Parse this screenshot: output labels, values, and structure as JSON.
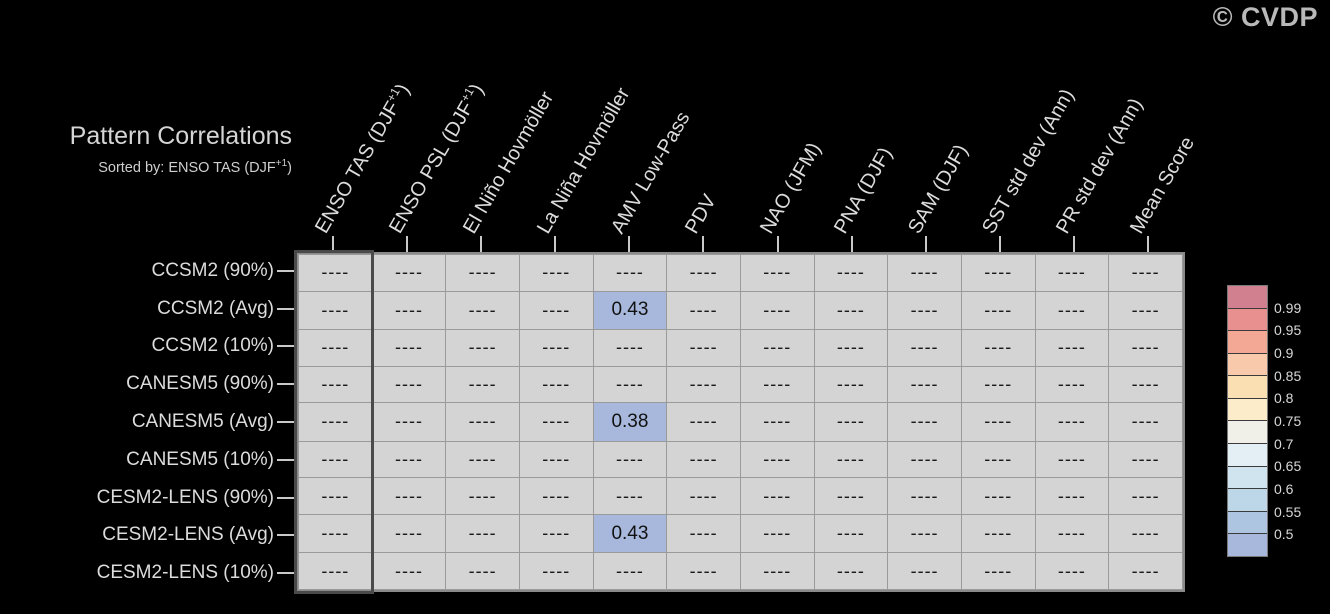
{
  "watermark": "© CVDP",
  "title": {
    "main": "Pattern Correlations",
    "sorted_by_prefix": "Sorted by: ENSO TAS (DJF",
    "sorted_by_sup": "+1",
    "sorted_by_suffix": ")"
  },
  "chart_data": {
    "type": "table",
    "title": "Pattern Correlations",
    "subtitle": "Sorted by: ENSO TAS (DJF+1)",
    "sorted_by_column": "ENSO TAS (DJF+1)",
    "empty_marker": "----",
    "columns": [
      "ENSO TAS (DJF+1)",
      "ENSO PSL (DJF+1)",
      "El Niño Hovmöller",
      "La Niña Hovmöller",
      "AMV Low-Pass",
      "PDV",
      "NAO (JFM)",
      "PNA (DJF)",
      "SAM (DJF)",
      "SST std dev (Ann)",
      "PR std dev (Ann)",
      "Mean Score"
    ],
    "columns_display": [
      {
        "text": "ENSO TAS (DJF",
        "sup": "+1",
        "tail": ")"
      },
      {
        "text": "ENSO PSL (DJF",
        "sup": "+1",
        "tail": ")"
      },
      {
        "text": "El Niño Hovmöller",
        "sup": "",
        "tail": ""
      },
      {
        "text": "La Niña Hovmöller",
        "sup": "",
        "tail": ""
      },
      {
        "text": "AMV Low-Pass",
        "sup": "",
        "tail": ""
      },
      {
        "text": "PDV",
        "sup": "",
        "tail": ""
      },
      {
        "text": "NAO (JFM)",
        "sup": "",
        "tail": ""
      },
      {
        "text": "PNA (DJF)",
        "sup": "",
        "tail": ""
      },
      {
        "text": "SAM (DJF)",
        "sup": "",
        "tail": ""
      },
      {
        "text": "SST std dev (Ann)",
        "sup": "",
        "tail": ""
      },
      {
        "text": "PR std dev (Ann)",
        "sup": "",
        "tail": ""
      },
      {
        "text": "Mean Score",
        "sup": "",
        "tail": ""
      }
    ],
    "rows": [
      "CCSM2 (90%)",
      "CCSM2 (Avg)",
      "CCSM2 (10%)",
      "CANESM5 (90%)",
      "CANESM5 (Avg)",
      "CANESM5 (10%)",
      "CESM2-LENS (90%)",
      "CESM2-LENS (Avg)",
      "CESM2-LENS (10%)"
    ],
    "cells": [
      [
        "----",
        "----",
        "----",
        "----",
        "----",
        "----",
        "----",
        "----",
        "----",
        "----",
        "----",
        "----"
      ],
      [
        "----",
        "----",
        "----",
        "----",
        "0.43",
        "----",
        "----",
        "----",
        "----",
        "----",
        "----",
        "----"
      ],
      [
        "----",
        "----",
        "----",
        "----",
        "----",
        "----",
        "----",
        "----",
        "----",
        "----",
        "----",
        "----"
      ],
      [
        "----",
        "----",
        "----",
        "----",
        "----",
        "----",
        "----",
        "----",
        "----",
        "----",
        "----",
        "----"
      ],
      [
        "----",
        "----",
        "----",
        "----",
        "0.38",
        "----",
        "----",
        "----",
        "----",
        "----",
        "----",
        "----"
      ],
      [
        "----",
        "----",
        "----",
        "----",
        "----",
        "----",
        "----",
        "----",
        "----",
        "----",
        "----",
        "----"
      ],
      [
        "----",
        "----",
        "----",
        "----",
        "----",
        "----",
        "----",
        "----",
        "----",
        "----",
        "----",
        "----"
      ],
      [
        "----",
        "----",
        "----",
        "----",
        "0.43",
        "----",
        "----",
        "----",
        "----",
        "----",
        "----",
        "----"
      ],
      [
        "----",
        "----",
        "----",
        "----",
        "----",
        "----",
        "----",
        "----",
        "----",
        "----",
        "----",
        "----"
      ]
    ],
    "cell_colors": [
      [
        "",
        "",
        "",
        "",
        "",
        "",
        "",
        "",
        "",
        "",
        "",
        ""
      ],
      [
        "",
        "",
        "",
        "",
        "#a8b8dc",
        "",
        "",
        "",
        "",
        "",
        "",
        ""
      ],
      [
        "",
        "",
        "",
        "",
        "",
        "",
        "",
        "",
        "",
        "",
        "",
        ""
      ],
      [
        "",
        "",
        "",
        "",
        "",
        "",
        "",
        "",
        "",
        "",
        "",
        ""
      ],
      [
        "",
        "",
        "",
        "",
        "#a8b8dc",
        "",
        "",
        "",
        "",
        "",
        "",
        ""
      ],
      [
        "",
        "",
        "",
        "",
        "",
        "",
        "",
        "",
        "",
        "",
        "",
        ""
      ],
      [
        "",
        "",
        "",
        "",
        "",
        "",
        "",
        "",
        "",
        "",
        "",
        ""
      ],
      [
        "",
        "",
        "",
        "",
        "#a8b8dc",
        "",
        "",
        "",
        "",
        "",
        "",
        ""
      ],
      [
        "",
        "",
        "",
        "",
        "",
        "",
        "",
        "",
        "",
        "",
        "",
        ""
      ]
    ],
    "legend": {
      "position": "right",
      "tick_labels": [
        "0.99",
        "0.95",
        "0.9",
        "0.85",
        "0.8",
        "0.75",
        "0.7",
        "0.65",
        "0.6",
        "0.55",
        "0.5"
      ],
      "band_colors": [
        "#d1808f",
        "#e8908f",
        "#f2a894",
        "#f9c9ab",
        "#fadfb3",
        "#fcecc9",
        "#f0f0e8",
        "#e3eff5",
        "#d0e4ef",
        "#bdd7e8",
        "#adc5e0",
        "#a8b8dc"
      ]
    },
    "colors": {
      "cell_background": "#d4d4d4",
      "page_background": "#000000",
      "text": "#dcdcdc",
      "highlight_border": "#4a4a4a"
    }
  }
}
